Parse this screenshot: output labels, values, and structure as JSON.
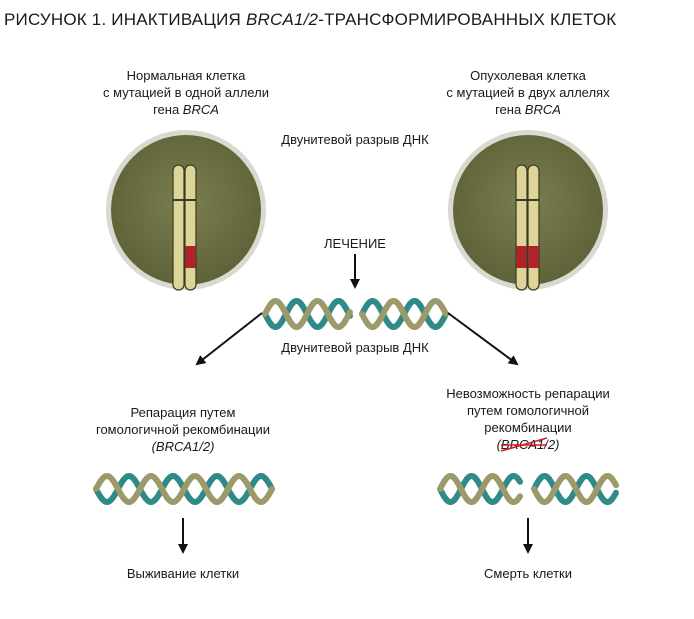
{
  "title": {
    "prefix": "РИСУНОК 1. ИНАКТИВАЦИЯ ",
    "gene": "BRCA1/2",
    "suffix": "-ТРАНСФОРМИРОВАННЫХ КЛЕТОК"
  },
  "normal_cell": {
    "line1": "Нормальная клетка",
    "line2": "с мутацией в одной аллели",
    "line3_prefix": "гена ",
    "line3_gene": "BRCA"
  },
  "tumor_cell": {
    "line1": "Опухолевая клетка",
    "line2": "с мутацией в двух аллелях",
    "line3_prefix": "гена ",
    "line3_gene": "BRCA"
  },
  "top_break_label": "Двунитевой разрыв ДНК",
  "treatment_label": "ЛЕЧЕНИЕ",
  "middle_break_label": "Двунитевой разрыв ДНК",
  "left_branch": {
    "line1": "Репарация путем",
    "line2": "гомологичной рекомбинации",
    "gene": "(BRCA1/2)",
    "outcome": "Выживание клетки"
  },
  "right_branch": {
    "line1": "Невозможность репарации",
    "line2": "путем гомологичной",
    "line3": "рекомбинации",
    "gene": "(BRCA1/2)",
    "outcome": "Смерть клетки"
  },
  "colors": {
    "cell_fill": "#6f7246",
    "cell_rim": "#d8d9cf",
    "chromosome": "#ddd598",
    "mutation": "#b3212b",
    "dna_teal": "#2f8a88",
    "dna_tan": "#9c9a6a",
    "strike": "#cc1f26"
  }
}
